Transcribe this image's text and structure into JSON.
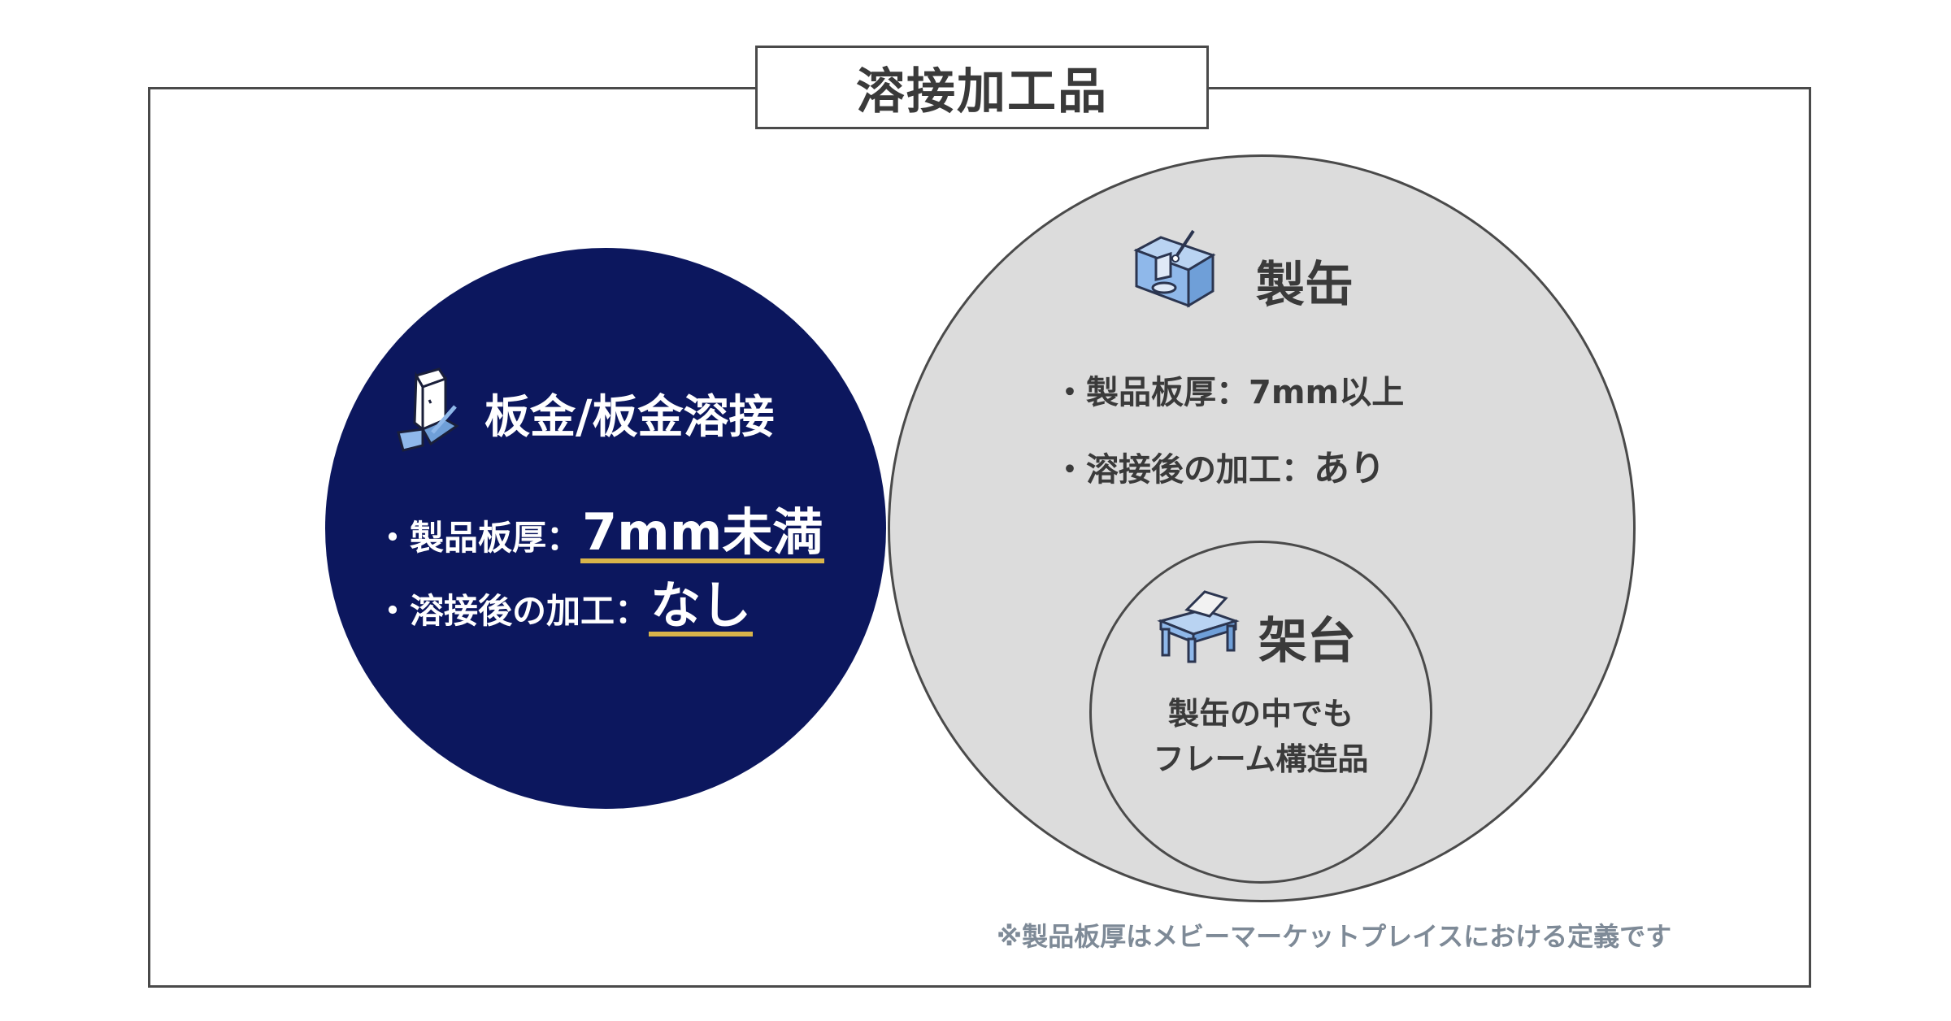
{
  "title": "溶接加工品",
  "sheet_metal": {
    "heading": "板金/板金溶接",
    "thickness_label": "・製品板厚：",
    "thickness_value": "7mm未満",
    "post_weld_label": "・溶接後の加工：",
    "post_weld_value": "なし"
  },
  "can_fabrication": {
    "heading": "製缶",
    "thickness_line": "・製品板厚：7mm以上",
    "post_weld_label": "・溶接後の加工：",
    "post_weld_value": "あり"
  },
  "frame_stand": {
    "heading": "架台",
    "description_line1": "製缶の中でも",
    "description_line2": "フレーム構造品"
  },
  "footnote": "※製品板厚はメビーマーケットプレイスにおける定義です",
  "colors": {
    "sheet_circle": "#0c175e",
    "can_circle": "#dcdcdc",
    "highlight_underline": "#d9b44a",
    "icon_blue": "#8fb8ea",
    "border": "#4a4a4a"
  },
  "icons": {
    "sheet_metal": "bent-sheet-metal-icon",
    "can": "welded-block-icon",
    "frame": "frame-stand-icon"
  }
}
